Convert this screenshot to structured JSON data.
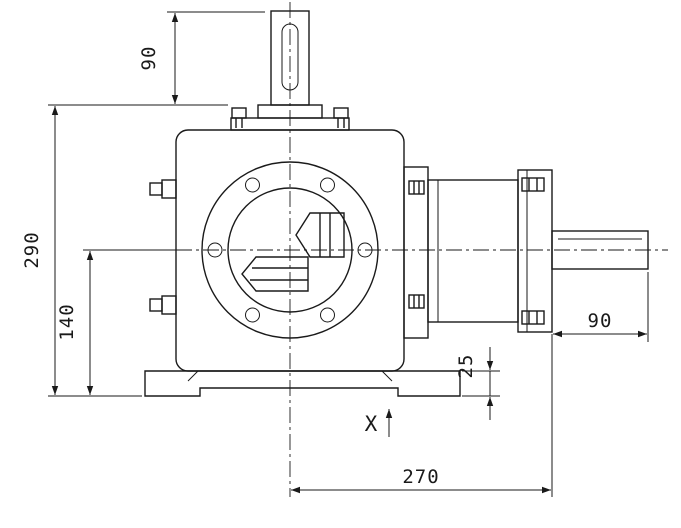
{
  "dimensions": {
    "top_shaft": "90",
    "overall_height": "290",
    "axis_height": "140",
    "side_shaft": "90",
    "base_height": "25",
    "overall_width": "270"
  },
  "markers": {
    "view": "X"
  },
  "colors": {
    "line": "#1a1a1a",
    "background": "#ffffff"
  }
}
